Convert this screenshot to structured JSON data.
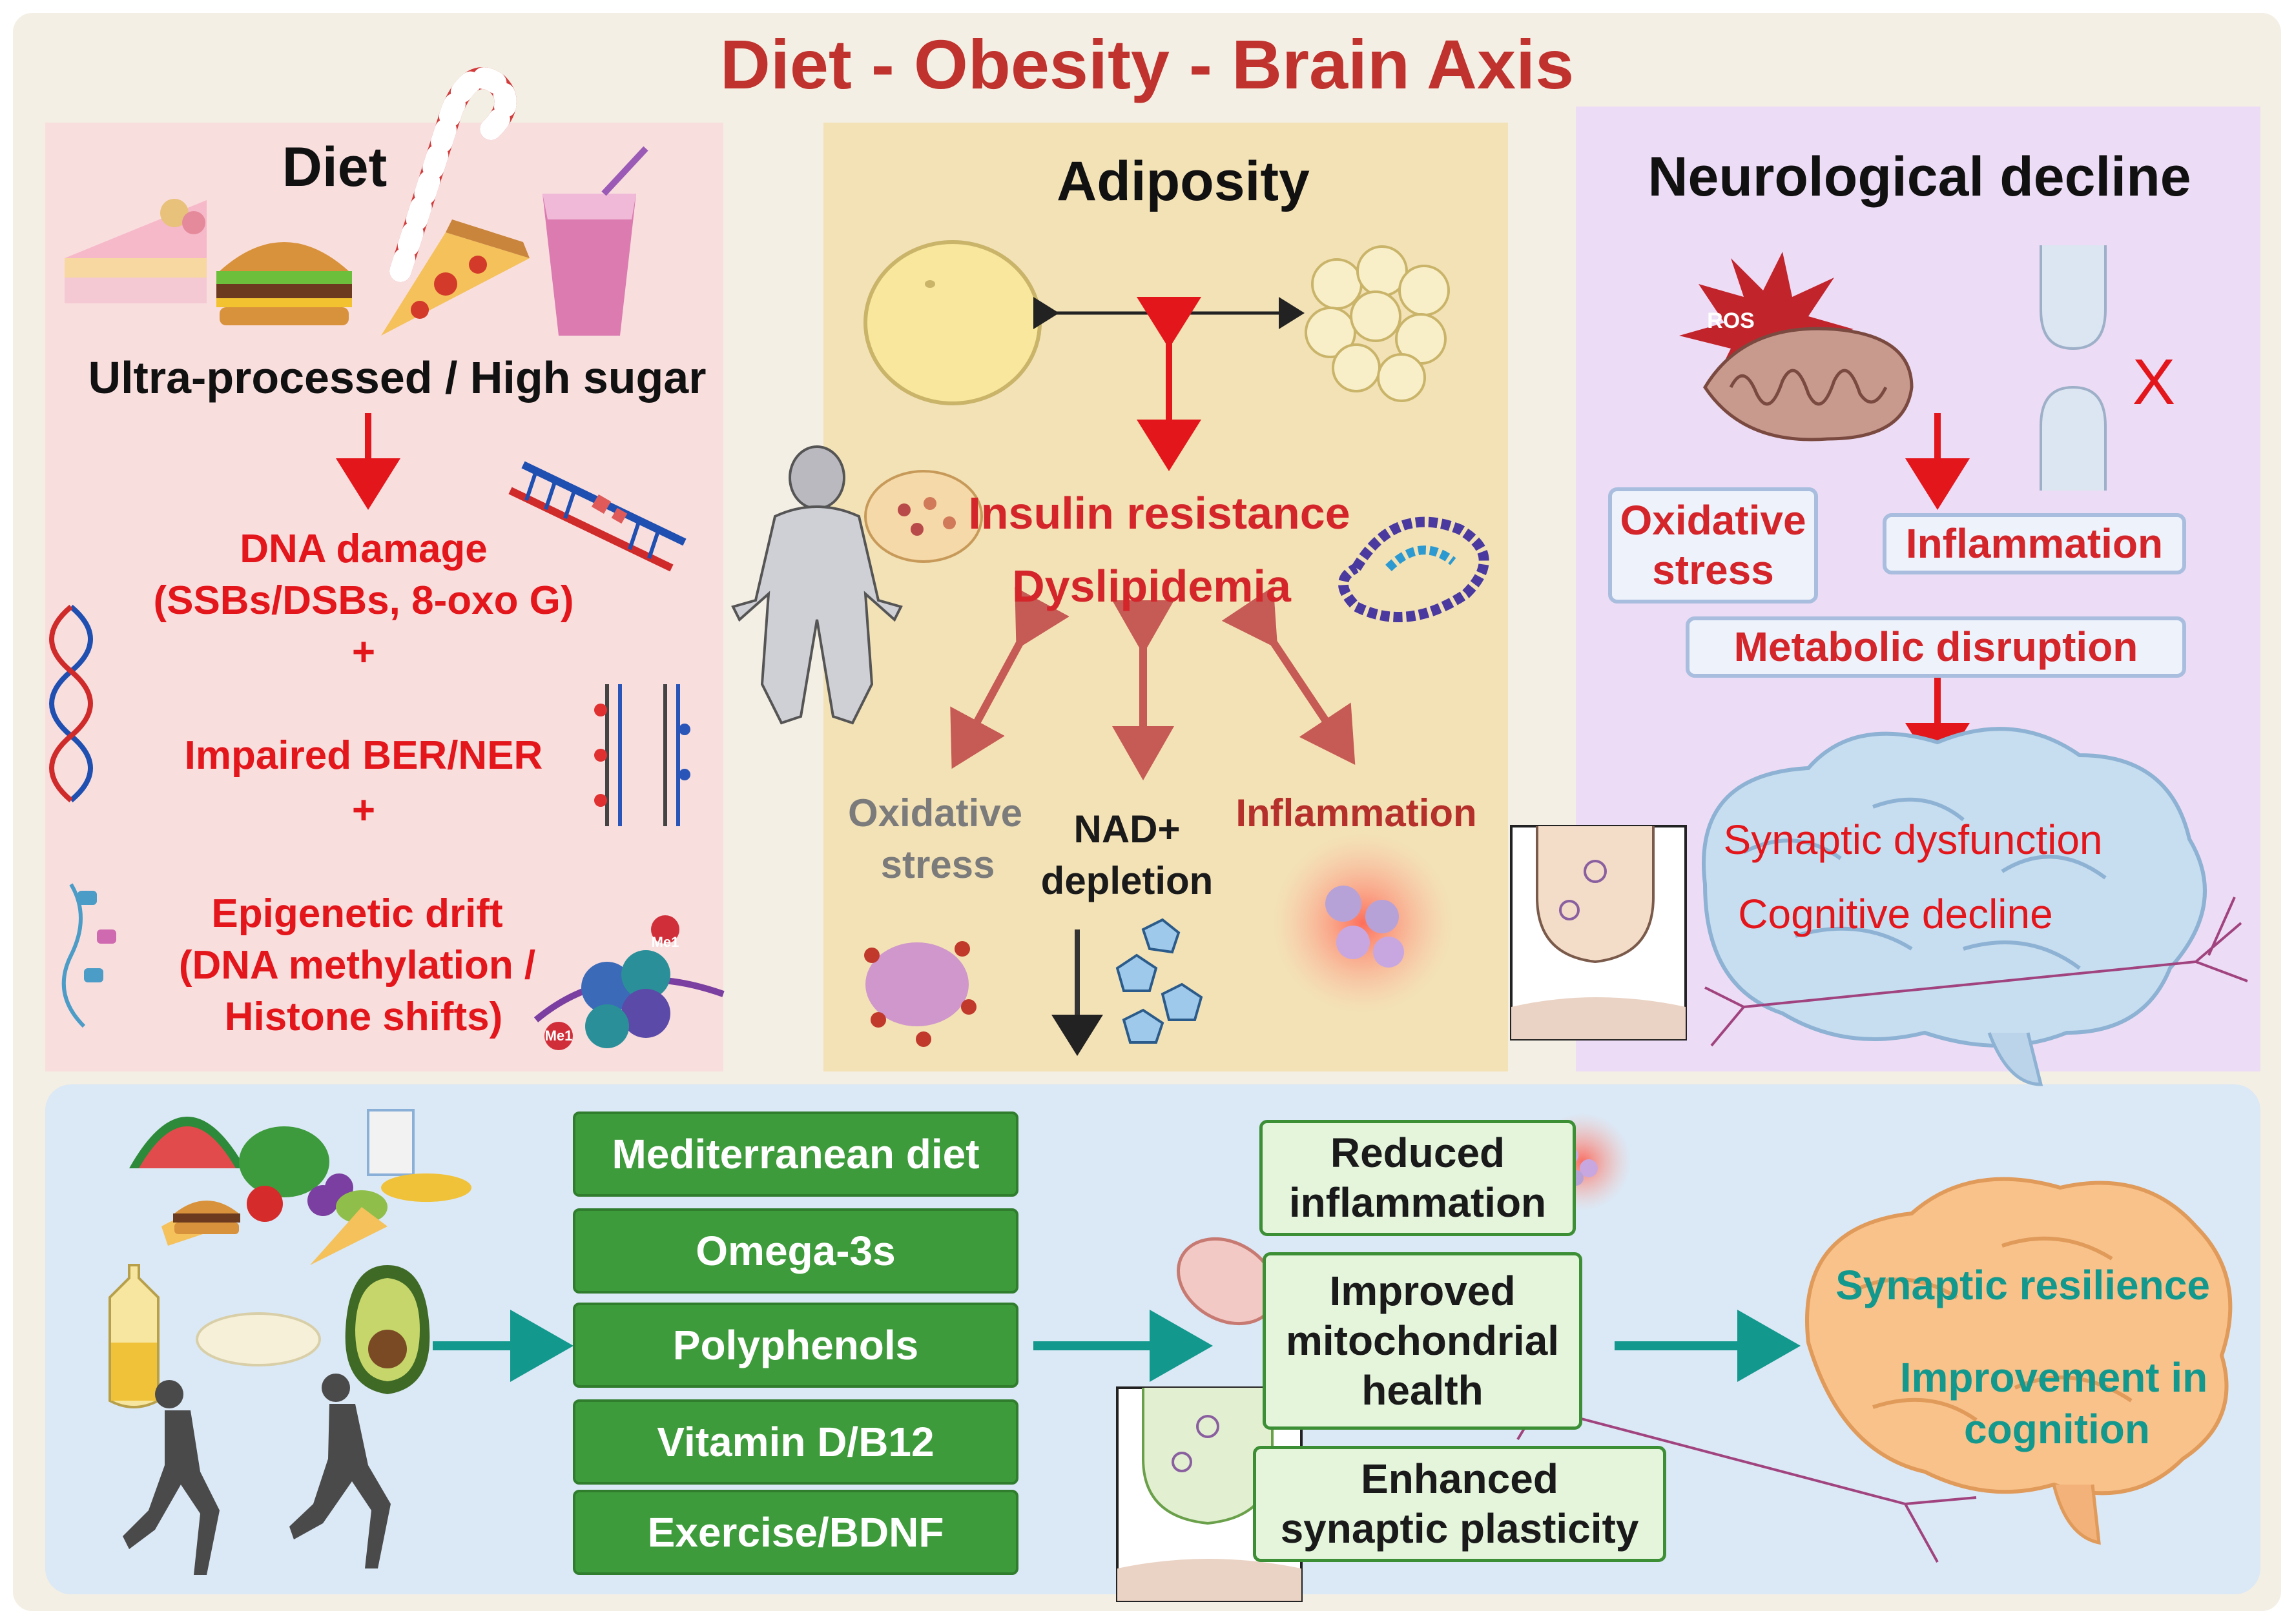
{
  "title": "Diet - Obesity - Brain Axis",
  "diet": {
    "heading": "Diet",
    "subheading": "Ultra-processed / High sugar",
    "dna_damage": [
      "DNA damage",
      "(SSBs/DSBs, 8-oxo G)"
    ],
    "plus": "+",
    "impaired_repair": "Impaired BER/NER",
    "epigenetic": [
      "Epigenetic drift",
      "(DNA methylation /",
      "Histone shifts)"
    ],
    "me_label": "Me1"
  },
  "adiposity": {
    "heading": "Adiposity",
    "insulin": "Insulin resistance",
    "dyslipidemia": "Dyslipidemia",
    "oxidative": [
      "Oxidative",
      "stress"
    ],
    "nad": [
      "NAD+",
      "depletion"
    ],
    "inflammation": "Inflammation"
  },
  "neuro": {
    "heading": "Neurological decline",
    "ros": "ROS",
    "x_mark": "X",
    "oxidative": [
      "Oxidative",
      "stress"
    ],
    "inflammation": "Inflammation",
    "metabolic": "Metabolic disruption",
    "synaptic": "Synaptic dysfunction",
    "cognitive": "Cognitive decline"
  },
  "interventions": {
    "items": [
      "Mediterranean diet",
      "Omega-3s",
      "Polyphenols",
      "Vitamin D/B12",
      "Exercise/BDNF"
    ]
  },
  "outcomes": {
    "reduced": [
      "Reduced",
      "inflammation"
    ],
    "mito": [
      "Improved",
      "mitochondrial",
      "health"
    ],
    "synaptic": [
      "Enhanced",
      "synaptic plasticity"
    ]
  },
  "results": {
    "resilience": "Synaptic resilience",
    "cognition": [
      "Improvement in",
      "cognition"
    ]
  },
  "colors": {
    "diet_panel": "#f9dede",
    "adiposity_panel": "#f3e2b6",
    "neuro_panel": "#eddcf5",
    "bottom_panel": "#dbe8f5",
    "outer_bg": "#f4efe4",
    "green": "#3e9b3b",
    "teal": "#13988e",
    "red_text": "#e3161b"
  }
}
